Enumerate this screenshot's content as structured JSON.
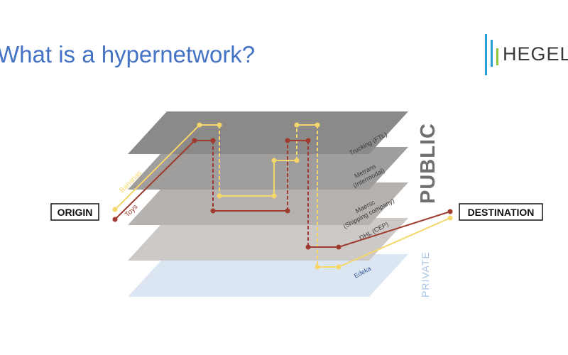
{
  "slide": {
    "title": "What is a hypernetwork?"
  },
  "logo": {
    "text": "HEGEL",
    "colors": {
      "primary": "#2a9fd8",
      "accent": "#8cc63f"
    }
  },
  "diagram": {
    "origin_label": "ORIGIN",
    "destination_label": "DESTINATION",
    "public_label": "PUBLIC",
    "private_label": "PRIVATE",
    "layers": [
      {
        "name": "Trucking (FTL)",
        "color": "#8c8a89"
      },
      {
        "name": "Metrans",
        "name_line2": "(Intermodal)",
        "color": "#a09e9c"
      },
      {
        "name": "Maersc",
        "name_line2": "(Shipping company)",
        "color": "#b5b2b0"
      },
      {
        "name": "DHL  (CEP)",
        "color": "#ccc9c7"
      },
      {
        "name": "Edeka",
        "color": "#dce6f3"
      }
    ],
    "routes": [
      {
        "name": "Bananas",
        "color": "#f5d66a"
      },
      {
        "name": "Toys",
        "color": "#9e3b2e"
      }
    ],
    "colors": {
      "public_text": "#6f6f6f",
      "private_text": "#a9c4e4",
      "edeka_text": "#2f5597"
    }
  }
}
